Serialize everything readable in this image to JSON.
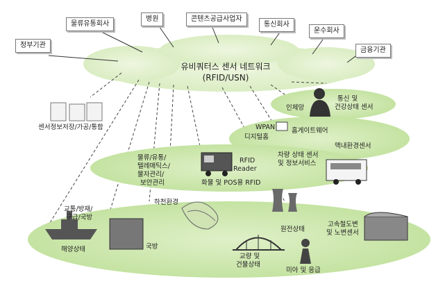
{
  "network": {
    "title": "유비쿼터스 센서 네트워크",
    "subtitle": "(RFID/USN)"
  },
  "top_boxes": [
    "정부기관",
    "물류유통회사",
    "병원",
    "콘텐츠공급사업자",
    "통신회사",
    "운수회사",
    "금융기관"
  ],
  "labels": {
    "sensor_storage": "센서정보저장/가공/통합",
    "body_net": "인체망",
    "health": [
      "통신 및",
      "건강상태 센서"
    ],
    "wpan": "WPAN",
    "digital_home": "디지털홈",
    "home_gateway": "홈게이트웨어",
    "pulse_env": "맥내환경센서",
    "vehicle": [
      "차량 상태 센서",
      "및 정보서비스"
    ],
    "logistics": [
      "물류/유통/",
      "텔레매틱스/",
      "물자관리/",
      "보안관리"
    ],
    "rfid_reader": [
      "RFID",
      "Reader"
    ],
    "cargo_pos": "화물 및 POS용 RFID",
    "river_env": "하천환경",
    "traffic": [
      "교통/방재/",
      "구급/국방"
    ],
    "national_defense": "국방",
    "ocean": "해양상태",
    "nuclear": "원전상태",
    "railway": [
      "고속철도변",
      "및 노변센서"
    ],
    "bridge": [
      "교량 및",
      "건물상태"
    ],
    "child": "미아 및 응급"
  }
}
